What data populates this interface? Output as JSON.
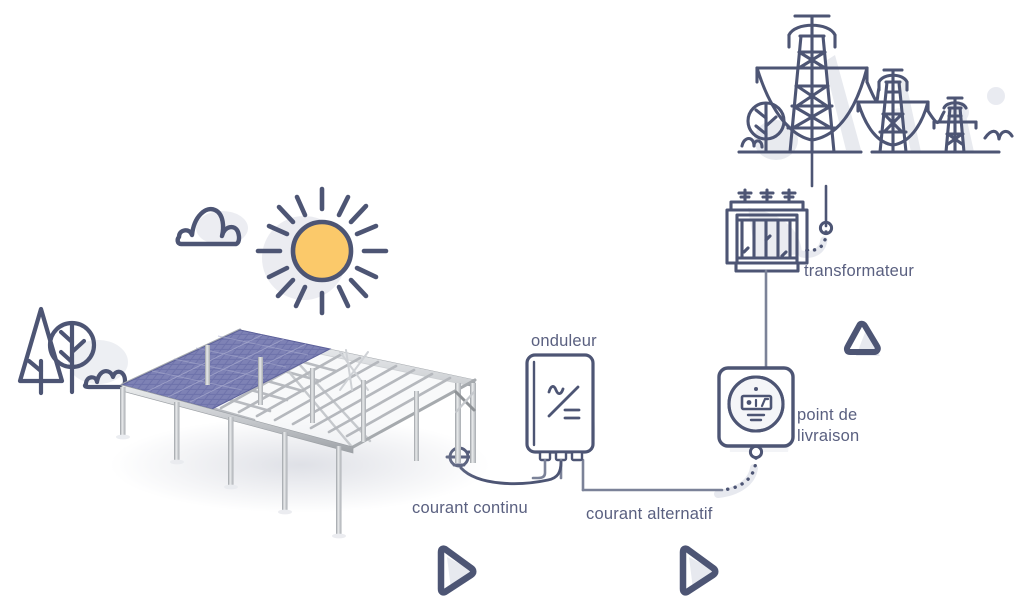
{
  "diagram": {
    "title": "Schema d'installation photovoltaique",
    "language": "fr",
    "background_color": "#ffffff"
  },
  "colors": {
    "ink": "#4d5574",
    "ink_soft": "#5a6080",
    "shadow": "#e6e8ee",
    "sun_fill": "#fbc96a",
    "panel_blue": "#6f73ab",
    "panel_blue_dark": "#585d96",
    "steel_light": "#e3e5e7",
    "steel_mid": "#b9bcc0",
    "steel_dark": "#8e9296",
    "decor_gray": "#dfe1e8"
  },
  "labels": {
    "onduleur": "onduleur",
    "transformateur": "transformateur",
    "point_de_livraison": "point de\nlivraison",
    "courant_continu": "courant continu",
    "courant_alternatif": "courant alternatif"
  },
  "nodes": [
    {
      "id": "solar-building",
      "name": "batiment-panneaux-solaires",
      "label": "",
      "description": "Hangar metallique en perspective isometrique avec panneaux photovoltaiques sur la partie gauche du toit"
    },
    {
      "id": "sun",
      "name": "soleil",
      "label": "",
      "description": "Soleil avec 12 rayons et disque orange"
    },
    {
      "id": "cloud",
      "name": "nuage",
      "label": "",
      "description": "Petit nuage stylise a gauche du soleil"
    },
    {
      "id": "trees",
      "name": "arbres",
      "label": "",
      "description": "Sapin, arbre rond et buisson"
    },
    {
      "id": "inverter",
      "name": "onduleur",
      "label": "onduleur",
      "symbol": "AC/DC",
      "description": "Boitier onduleur avec symbole sinusoide sur double barre"
    },
    {
      "id": "delivery-point",
      "name": "point-de-livraison",
      "label": "point de livraison",
      "description": "Compteur electrique dans un boitier carre"
    },
    {
      "id": "transformer",
      "name": "transformateur",
      "label": "transformateur",
      "description": "Transformateur avec trois isolateurs en partie haute"
    },
    {
      "id": "pylons",
      "name": "pylones-haute-tension",
      "label": "",
      "description": "Trois pylones electriques de taille decroissante relies par des lignes"
    }
  ],
  "connections": [
    {
      "id": "dc-link",
      "name": "liaison-courant-continu",
      "label": "courant continu",
      "from": "solar-building",
      "to": "inverter",
      "style": "solid-curve"
    },
    {
      "id": "ac-link",
      "name": "liaison-courant-alternatif",
      "label": "courant alternatif",
      "from": "inverter",
      "to": "delivery-point",
      "style": "solid-then-dotted"
    },
    {
      "id": "meter-transformer-link",
      "name": "liaison-compteur-transformateur",
      "label": "",
      "from": "delivery-point",
      "to": "transformer",
      "style": "solid-vertical"
    },
    {
      "id": "transformer-grid-link",
      "name": "liaison-transformateur-reseau",
      "label": "",
      "from": "transformer",
      "to": "pylons",
      "style": "solid-with-dotted-elbow"
    }
  ],
  "decorations": [
    {
      "name": "play-triangle-left",
      "shape": "triangle-right"
    },
    {
      "name": "play-triangle-right",
      "shape": "triangle-right"
    },
    {
      "name": "triangle-up-accent",
      "shape": "triangle-up"
    },
    {
      "name": "dot-accent",
      "shape": "circle"
    },
    {
      "name": "bird-squiggle",
      "shape": "wave"
    }
  ]
}
